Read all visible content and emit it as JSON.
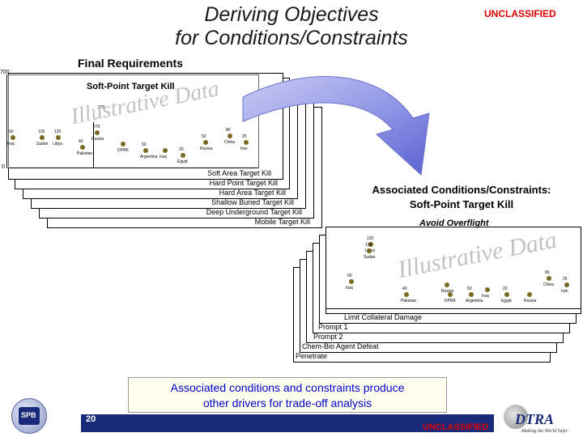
{
  "slide": {
    "title_line1": "Deriving Objectives",
    "title_line2": "for Conditions/Constraints",
    "classification_top": "UNCLASSIFIED",
    "classification_bottom": "UNCLASSIFIED",
    "slide_number": "20"
  },
  "left_panel": {
    "heading": "Final Requirements",
    "front_title": "Soft-Point Target Kill",
    "watermark": "Illustrative Data",
    "y_top_tick": "700",
    "y_bottom_tick": "0",
    "layer_labels": [
      "Soft Area Target Kill",
      "Hard Point Target Kill",
      "Hard Area Target Kill",
      "Shallow Buried Target Kill",
      "Deep Underground Target Kill",
      "Mobile Target Kill"
    ],
    "points": [
      {
        "value": "60",
        "name": "Iraq"
      },
      {
        "value": "120",
        "name": "Sudan"
      },
      {
        "value": "120",
        "name": "Libya"
      },
      {
        "value": "270",
        "name": "Russia"
      },
      {
        "value": "40",
        "name": "Pakistan"
      },
      {
        "value": "",
        "name": "DPRK"
      },
      {
        "value": "50",
        "name": "Argentina"
      },
      {
        "value": "",
        "name": "Iraq"
      },
      {
        "value": "20",
        "name": "Egypt"
      },
      {
        "value": "52",
        "name": "Russia"
      },
      {
        "value": "80",
        "name": "China"
      },
      {
        "value": "25",
        "name": "Iran"
      }
    ]
  },
  "right_panel": {
    "heading_line1": "Associated Conditions/Constraints:",
    "heading_line2": "Soft-Point Target Kill",
    "front_title": "Avoid Overflight",
    "watermark": "Illustrative Data",
    "layer_labels": [
      "Limit Collateral Damage",
      "Prompt 1",
      "Prompt 2",
      "Chem-Bio Agent Defeat",
      "Penetrate"
    ],
    "points": [
      {
        "value": "120",
        "name": "Libya"
      },
      {
        "value": "120",
        "name": "Sudan"
      },
      {
        "value": "60",
        "name": "Iraq"
      },
      {
        "value": "40",
        "name": "Pakistan"
      },
      {
        "value": "",
        "name": "Russia"
      },
      {
        "value": "",
        "name": "DPRK"
      },
      {
        "value": "50",
        "name": "Argentina"
      },
      {
        "value": "",
        "name": "Iraq"
      },
      {
        "value": "20",
        "name": "Egypt"
      },
      {
        "value": "",
        "name": "Russia"
      },
      {
        "value": "80",
        "name": "China"
      },
      {
        "value": "25",
        "name": "Iran"
      }
    ]
  },
  "callout": {
    "line1": "Associated conditions and constraints produce",
    "line2": "other drivers for trade-off analysis"
  },
  "logos": {
    "left_logo_text": "SPB",
    "right_logo_text": "DTRA",
    "right_logo_tagline": "Making the World Safer"
  },
  "colors": {
    "classification": "#e00000",
    "callout_text": "#0000cc",
    "footer_bar": "#1a2a7a",
    "arrow": "#8080e0",
    "dot_fill": "#7a6a20"
  }
}
